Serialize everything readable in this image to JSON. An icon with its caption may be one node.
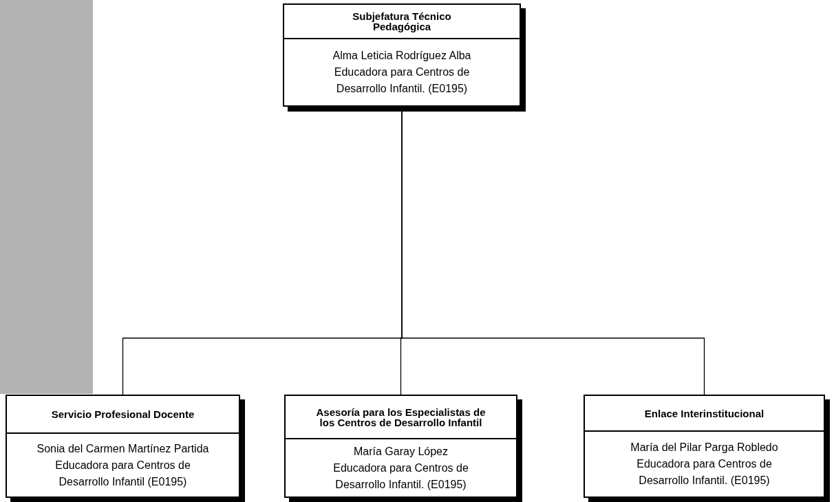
{
  "diagram": {
    "nodes": [
      {
        "text": [
          "Subjefatura Técnico Pedagógica",
          "Alma Leticia Rodríguez Alba Educadora para Centros de Desarrollo Infantil. (E0195)"
        ]
      },
      {
        "text": [
          "Servicio Profesional Docente",
          "Sonia del Carmen Martínez Partida Educadora para Centros de Desarrollo Infantil (E0195)"
        ]
      },
      {
        "text": [
          "Asesoría para los Especialistas de los Centros de Desarrollo Infantil",
          "María Garay López Educadora para Centros de Desarrollo Infantil. (E0195)"
        ]
      },
      {
        "text": [
          "Enlace Interinstitucional",
          "María del Pilar Parga Robledo Educadora para Centros de Desarrollo Infantil. (E0195)"
        ]
      },
      {
        "text": [],
        "shape": "bar"
      }
    ],
    "edges": [
      {
        "from": 0,
        "to": 1,
        "arrow": "none"
      },
      {
        "from": 0,
        "to": 2,
        "arrow": "none"
      },
      {
        "from": 0,
        "to": 3,
        "arrow": "none"
      }
    ]
  }
}
